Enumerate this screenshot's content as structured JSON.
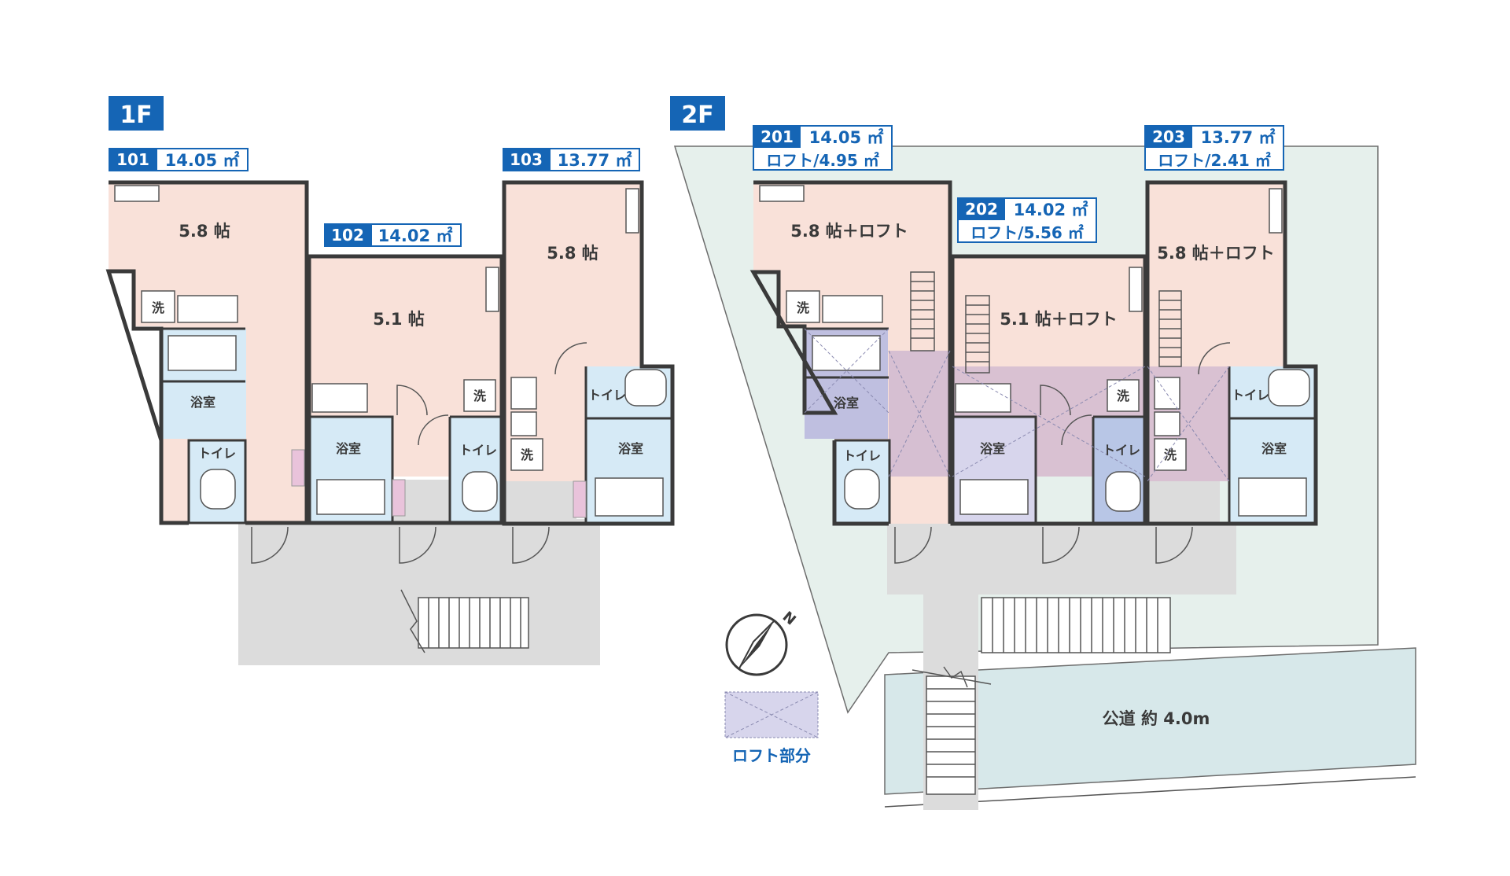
{
  "floors": {
    "first": "1F",
    "second": "2F"
  },
  "units": {
    "u101": {
      "no": "101",
      "area": "14.05 ㎡"
    },
    "u102": {
      "no": "102",
      "area": "14.02 ㎡"
    },
    "u103": {
      "no": "103",
      "area": "13.77 ㎡"
    },
    "u201": {
      "no": "201",
      "area": "14.05 ㎡",
      "loft": "ロフト/4.95 ㎡"
    },
    "u202": {
      "no": "202",
      "area": "14.02 ㎡",
      "loft": "ロフト/5.56 ㎡"
    },
    "u203": {
      "no": "203",
      "area": "13.77 ㎡",
      "loft": "ロフト/2.41 ㎡"
    }
  },
  "rooms": {
    "r101": "5.8 帖",
    "r102": "5.1 帖",
    "r103": "5.8 帖",
    "r201": "5.8 帖＋ロフト",
    "r202": "5.1 帖＋ロフト",
    "r203": "5.8 帖＋ロフト"
  },
  "labels": {
    "bath": "浴室",
    "toilet": "トイレ",
    "wash": "洗",
    "road": "公道 約 4.0m",
    "loft_legend": "ロフト部分",
    "north": "N"
  },
  "colors": {
    "badge_blue": "#1565b5",
    "room": "#f9e1d9",
    "wet": "#d6eaf6",
    "loft_hatch": "#cbb6d2"
  }
}
